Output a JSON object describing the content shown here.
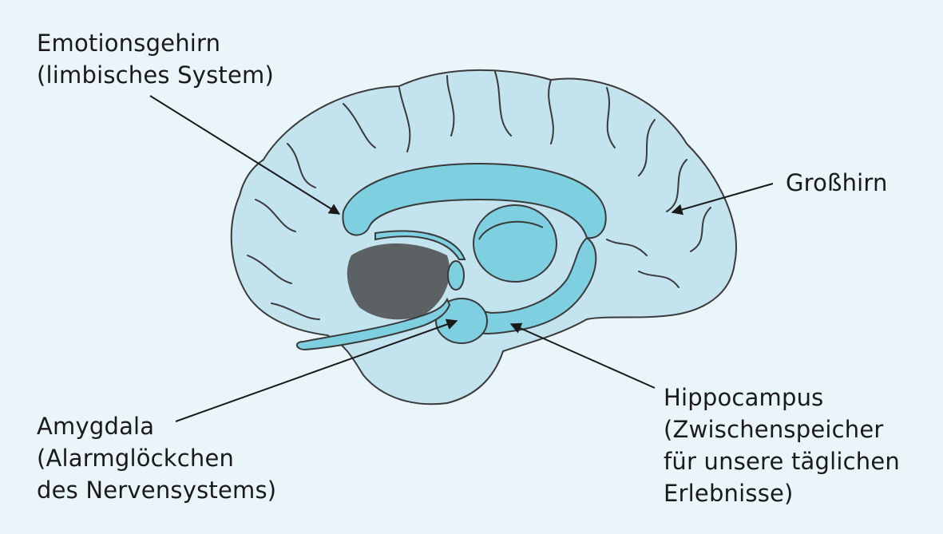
{
  "labels": {
    "emotionsgehirn": {
      "line1": "Emotionsgehirn",
      "line2": "(limbisches System)"
    },
    "grosshirn": {
      "line1": "Großhirn"
    },
    "amygdala": {
      "line1": "Amygdala",
      "line2": "(Alarmglöckchen",
      "line3": "des Nervensystems)"
    },
    "hippocampus": {
      "line1": "Hippocampus",
      "line2": "(Zwischenspeicher",
      "line3": "für unsere täglichen",
      "line4": "Erlebnisse)"
    }
  },
  "colors": {
    "background": "#e9f5f9",
    "cerebrum_fill": "#c3e3ef",
    "limbic_fill": "#7ecfe0",
    "outline": "#3a3a3a",
    "arrow": "#1a1a1a"
  }
}
